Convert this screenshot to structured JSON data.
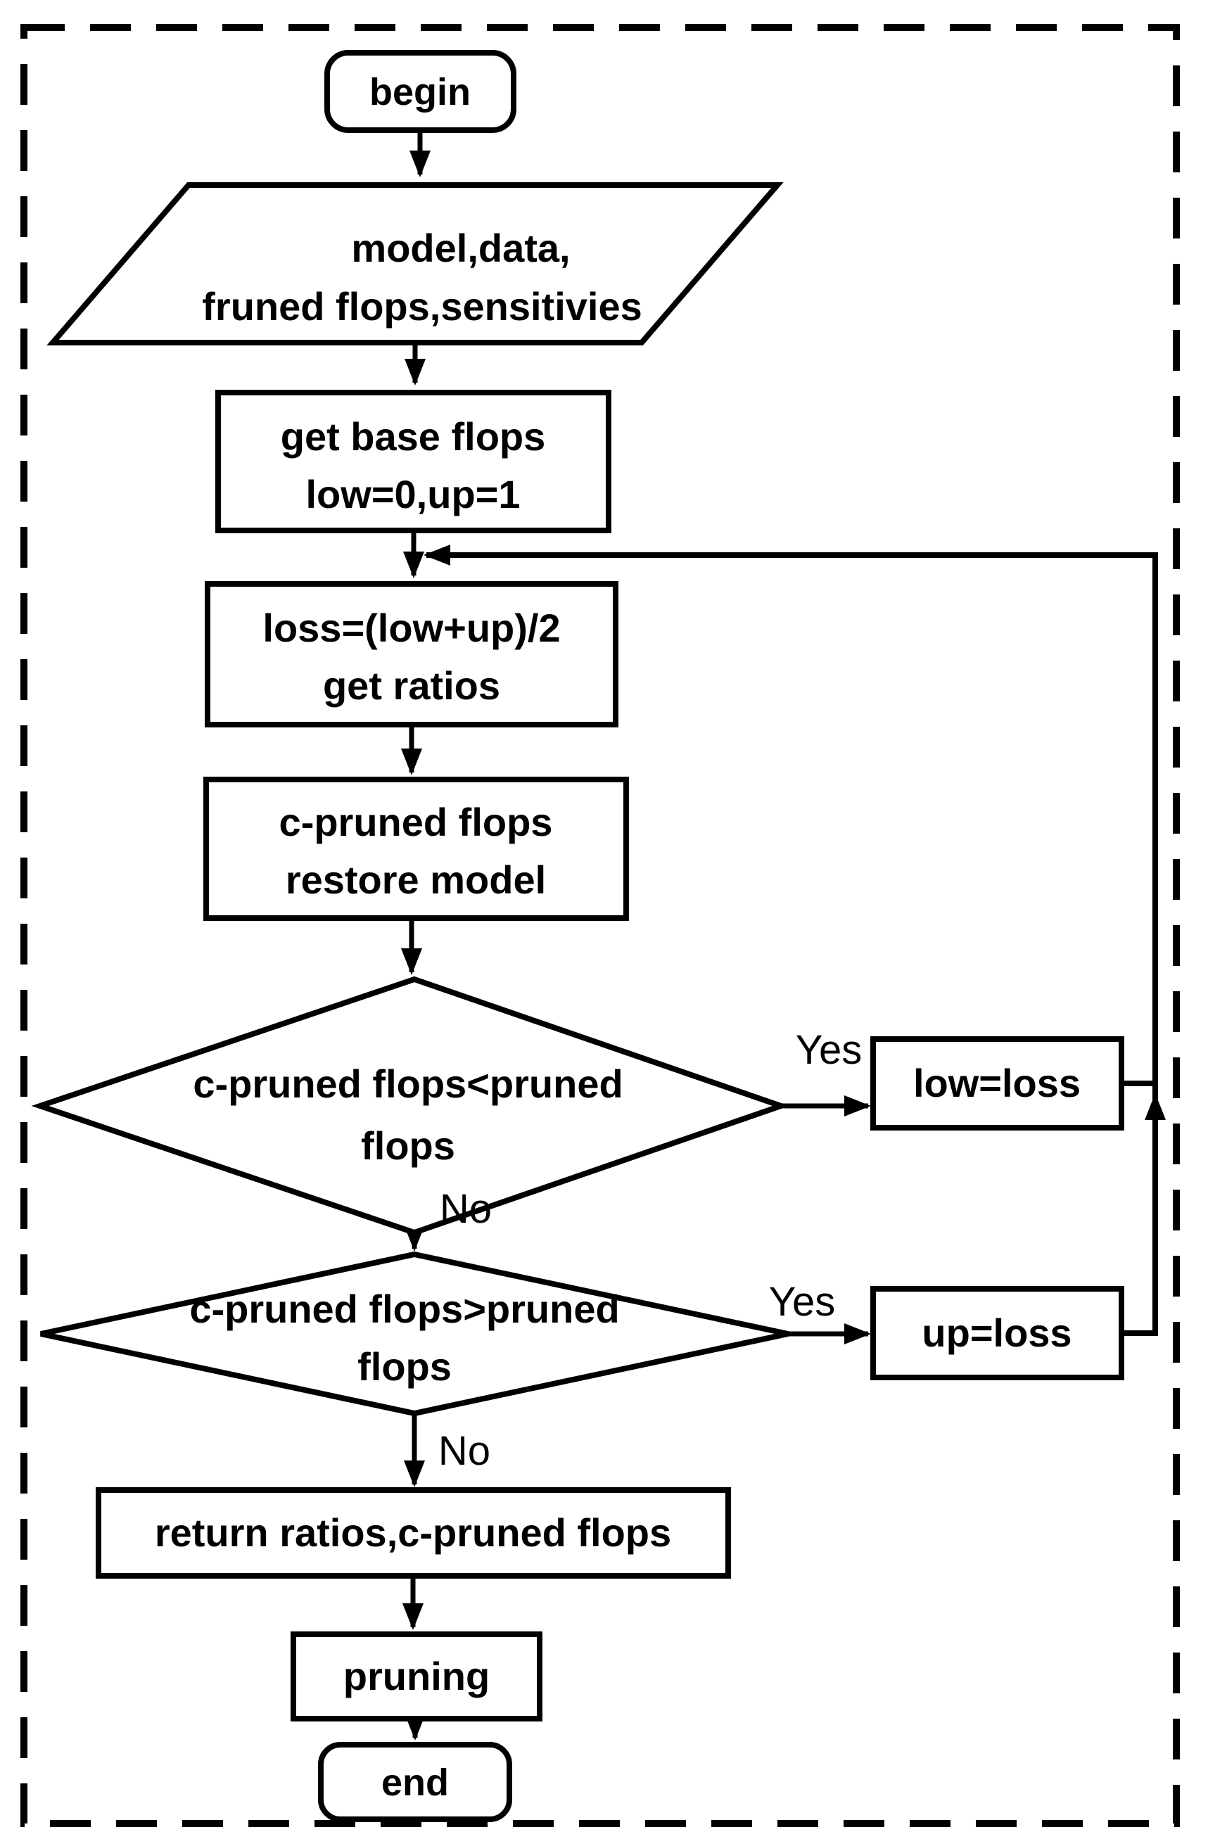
{
  "diagram": {
    "type": "flowchart",
    "title": "binary-search pruning ratio flowchart",
    "colors": {
      "background": "#ffffff",
      "line": "#000000",
      "text": "#000000"
    },
    "nodes": {
      "begin": {
        "shape": "rounded-terminal",
        "label": "begin"
      },
      "input": {
        "shape": "parallelogram",
        "line1": "model,data,",
        "line2": "fruned flops,sensitivies"
      },
      "get_base": {
        "shape": "process",
        "line1": "get base flops",
        "line2": "low=0,up=1"
      },
      "loss": {
        "shape": "process",
        "line1": "loss=(low+up)/2",
        "line2": "get ratios"
      },
      "c_pruned": {
        "shape": "process",
        "line1": "c-pruned flops",
        "line2": "restore model"
      },
      "decision_less": {
        "shape": "diamond",
        "line1": "c-pruned flops<pruned",
        "line2": "flops"
      },
      "decision_greater": {
        "shape": "diamond",
        "line1": "c-pruned flops>pruned",
        "line2": "flops"
      },
      "low_loss": {
        "shape": "process",
        "label": "low=loss"
      },
      "up_loss": {
        "shape": "process",
        "label": "up=loss"
      },
      "return": {
        "shape": "process",
        "label": "return ratios,c-pruned flops"
      },
      "pruning": {
        "shape": "process",
        "label": "pruning"
      },
      "end": {
        "shape": "rounded-terminal",
        "label": "end"
      }
    },
    "edge_labels": {
      "yes_less": "Yes",
      "no_less": "No",
      "yes_greater": "Yes",
      "no_greater": "No"
    }
  }
}
